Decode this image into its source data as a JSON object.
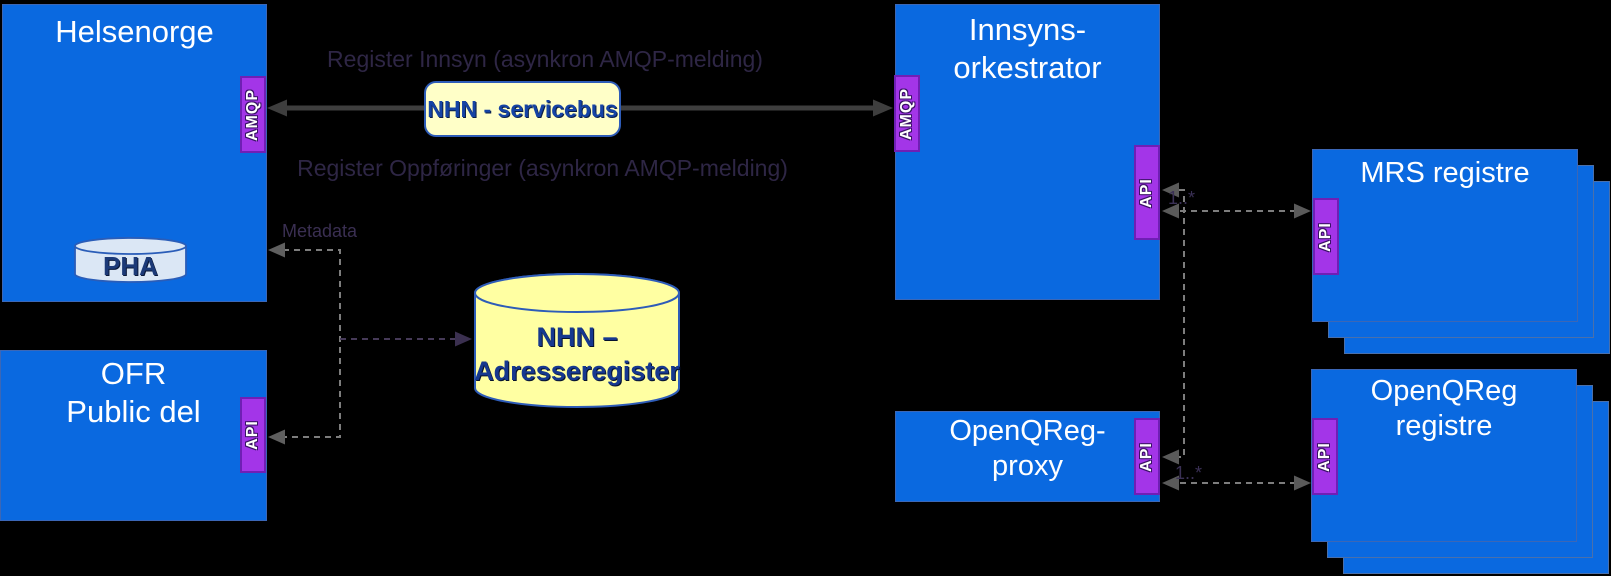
{
  "diagram": {
    "helsenorge": {
      "title": "Helsenorge",
      "port": "AMQP",
      "database": "PHA"
    },
    "ofr": {
      "title_line1": "OFR",
      "title_line2": "Public del",
      "port": "API"
    },
    "servicebus": {
      "label": "NHN - servicebus"
    },
    "adresseregister": {
      "label_line1": "NHN –",
      "label_line2": "Adresseregister"
    },
    "orkestrator": {
      "title_line1": "Innsyns-",
      "title_line2": "orkestrator",
      "port_left": "AMQP",
      "port_right": "API"
    },
    "mrs": {
      "title": "MRS registre",
      "port": "API"
    },
    "openqreg_proxy": {
      "title_line1": "OpenQReg-",
      "title_line2": "proxy",
      "port": "API"
    },
    "openqreg_registre": {
      "title_line1": "OpenQReg",
      "title_line2": "registre",
      "port": "API"
    },
    "labels": {
      "register_innsyn": "Register Innsyn (asynkron AMQP-melding)",
      "register_oppforinger": "Register Oppføringer (asynkron AMQP-melding)",
      "metadata": "Metadata",
      "multiplicity_orkestrator": "1..*",
      "multiplicity_proxy": "1..*"
    },
    "colors": {
      "background": "#000000",
      "node_fill": "#0a69e0",
      "port_fill": "#a335e8",
      "bus_fill": "#ffffc8",
      "database_fill": "#ffffa2",
      "pha_fill": "#dbe7f5",
      "solid_arrow": "#3e3e3e",
      "dashed_gray": "#7d7d7d",
      "dashed_purple": "#463a58",
      "faint_label": "#2e2645"
    }
  }
}
